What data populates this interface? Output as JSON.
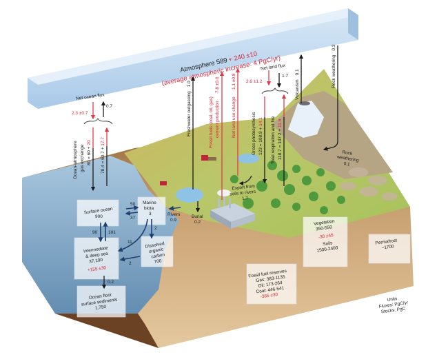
{
  "atmosphere": {
    "label": "Atmosphere 589",
    "change": "+ 240 ±10",
    "increase": "(average atmospheric increase: 4 PgC/yr)"
  },
  "ocean_flux": {
    "net_label": "Net ocean flux",
    "net_red": "2.3 ±0.7",
    "net_black": "0.7",
    "exchange_label_1": "Ocean-atmosphere",
    "exchange_label_2": "gas exchange",
    "down_flux": "80 = 60 +",
    "down_flux_red": "20",
    "up_flux": "78.4 = 60.7 +",
    "up_flux_red": "17.7"
  },
  "land_flux": {
    "freshwater": "Freshwater outgassing",
    "freshwater_val": "1.0",
    "fossil_1": "Fossil fuels (coal, oil, gas)",
    "fossil_2": "cement production",
    "fossil_val": "7.8 ±0.6",
    "landuse": "Net land use change",
    "landuse_val": "1.1 ±0.8",
    "net_land_label": "Net land flux",
    "net_land_red": "2.6 ±1.2",
    "net_land_black": "1.7",
    "gpp_label": "Gross photosynthesis",
    "gpp_val": "123 = 108.9 +",
    "gpp_red": "14.1",
    "resp_label": "Total respiration and fire",
    "resp_val": "118.7 = 107.2 +",
    "resp_red": "11.6",
    "volcanism": "Volcanism",
    "volcanism_val": "0.1",
    "rock_weathering": "Rock weathering",
    "rock_weathering_val": "0.3",
    "rock_weathering2_1": "Rock",
    "rock_weathering2_2": "weathering",
    "rock_weathering2_val": "0.1",
    "export_1": "Export from",
    "export_2": "soils to rivers",
    "export_val": "1.7",
    "rivers": "Rivers",
    "rivers_val": "0.9",
    "burial": "Burial",
    "burial_val": "0.2"
  },
  "ocean_stocks": {
    "surface_label": "Surface ocean",
    "surface_val": "900",
    "marine_1": "Marine",
    "marine_2": "biota",
    "marine_val": "3",
    "deep_1": "Intermediate",
    "deep_2": "& deep sea",
    "deep_val": "37,100",
    "deep_change": "+155 ±30",
    "doc_1": "Dissolved",
    "doc_2": "organic",
    "doc_3": "carbon",
    "doc_val": "700",
    "sed_1": "Ocean floor",
    "sed_2": "surface sediments",
    "sed_val": "1,750",
    "f_surf_to_biota": "50",
    "f_biota_to_surf": "37",
    "f_surf_to_deep": "90",
    "f_deep_to_surf": "101",
    "f_biota_to_doc": "2",
    "f_biota_to_deep": "11",
    "f_doc_to_deep": "2",
    "f_deep_to_sed": "0.2"
  },
  "land_stocks": {
    "fossil_title": "Fossil fuel reserves",
    "gas": "Gas: 383-1135",
    "oil": "Oil: 173-264",
    "coal": "Coal: 446-541",
    "fossil_change": "-365 ±30",
    "veg_label": "Vegetation",
    "veg_val": "350-550",
    "veg_change": "-30 ±45",
    "soils_label": "Soils",
    "soils_val": "1500-2400",
    "permafrost_label": "Permafrost",
    "permafrost_val": "~1700"
  },
  "units": {
    "title": "Units",
    "fluxes": "Fluxes: PgC/yr",
    "stocks": "Stocks: PgC"
  },
  "colors": {
    "anthropogenic": "#d6263b",
    "natural": "#1a1a1a",
    "ocean_internal": "#1f3f6e",
    "atmosphere": "#bcd6ee",
    "ocean": "#7fa6c8",
    "land": "#c9ad6e",
    "ground": "#d8b98b"
  }
}
